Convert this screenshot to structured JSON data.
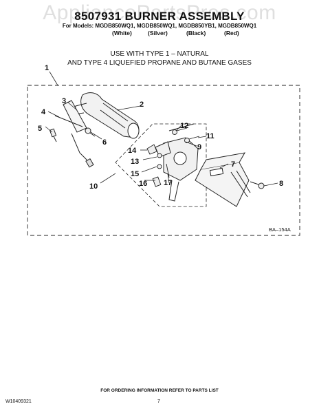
{
  "watermark": "AppliancePartsPros.com",
  "title": "8507931 BURNER ASSEMBLY",
  "models": "For Models: MGDB850WQ1, MGDB850WQ1, MGDB850YB1, MGDB850WQ1",
  "colors": [
    "(White)",
    "(Silver)",
    "(Black)",
    "(Red)"
  ],
  "usage": {
    "line1": "USE WITH TYPE 1 –  NATURAL",
    "line2": "AND TYPE 4    LIQUEFIED PROPANE AND BUTANE GASES"
  },
  "callouts": [
    "1",
    "2",
    "3",
    "4",
    "5",
    "6",
    "7",
    "8",
    "9",
    "10",
    "11",
    "12",
    "13",
    "14",
    "15",
    "16",
    "17"
  ],
  "diagram_code": "BA–154A",
  "footer": {
    "note": "FOR ORDERING INFORMATION REFER TO PARTS LIST",
    "doc_number": "W10409321",
    "page": "7"
  }
}
